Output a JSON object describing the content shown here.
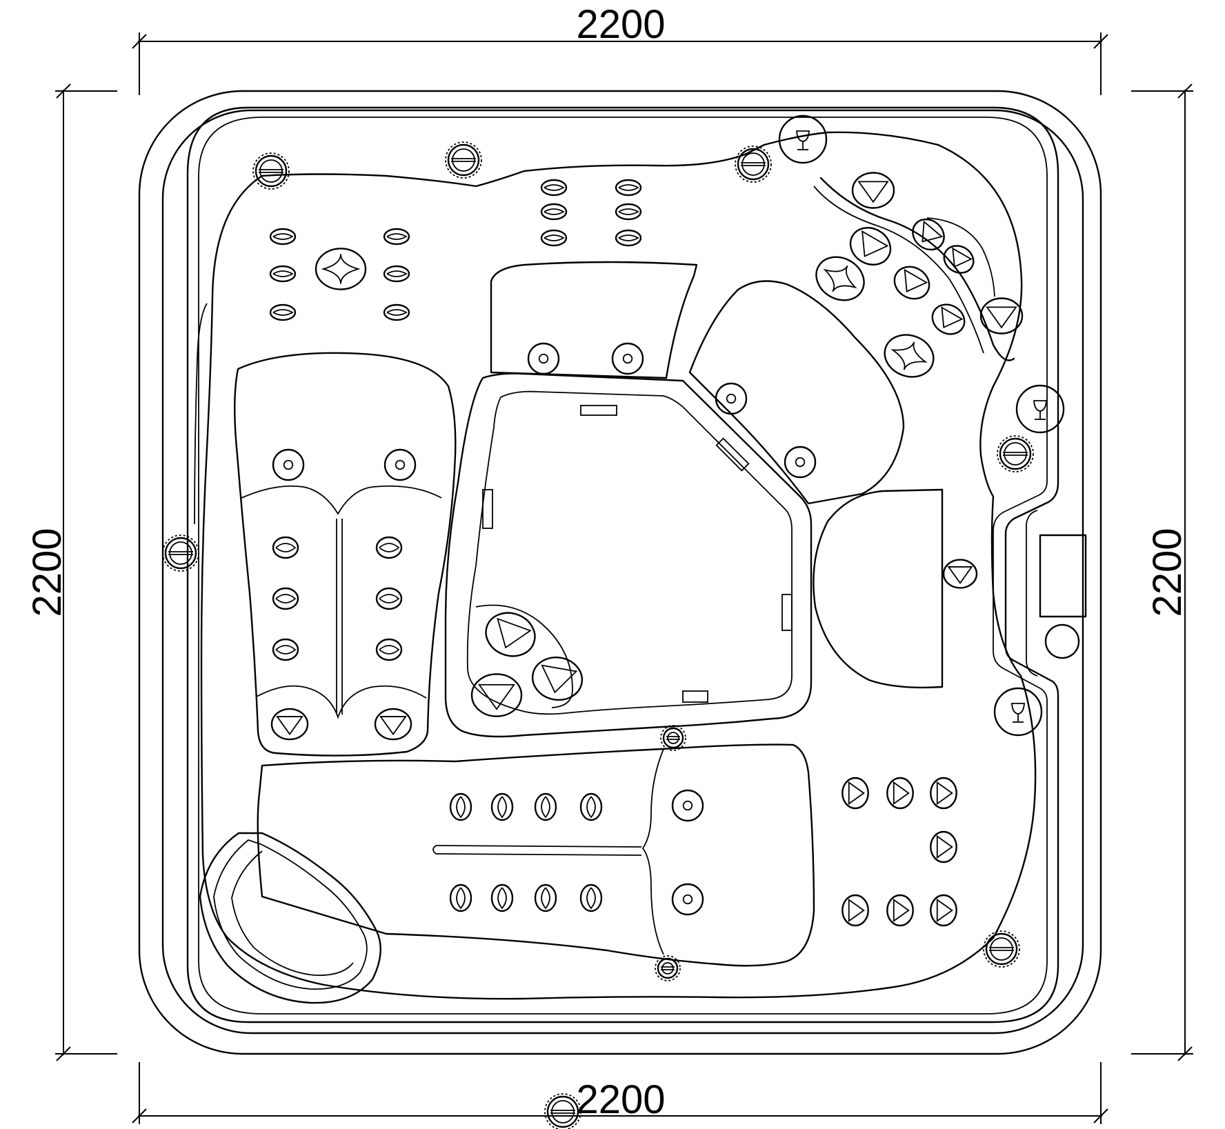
{
  "dimensions": {
    "top_width": "2200",
    "bottom_width": "2200",
    "left_height": "2200",
    "right_height": "2200",
    "unit": ""
  },
  "colors": {
    "line": "#000000",
    "background": "#ffffff"
  },
  "icons": {
    "suction": "suction-fitting-icon",
    "cup": "cup-holder-icon",
    "jet": "jet-icon",
    "air": "air-injector-icon",
    "control": "control-panel-icon"
  }
}
